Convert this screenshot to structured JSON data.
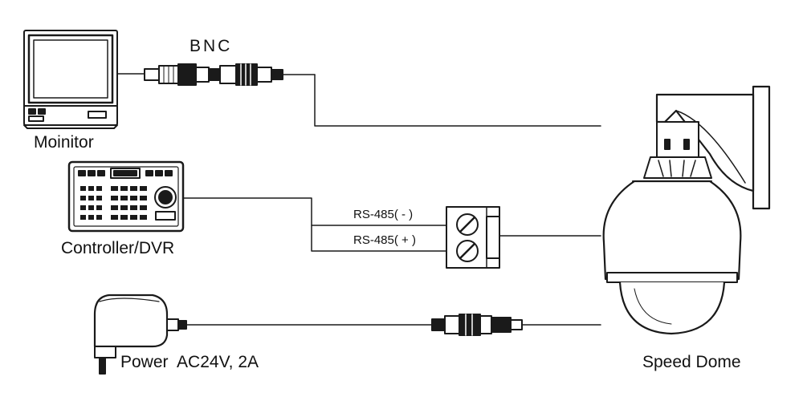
{
  "labels": {
    "bnc": "BNC",
    "monitor": "Moinitor",
    "controller": "Controller/DVR",
    "rs485_minus": "RS-485( - )",
    "rs485_plus": "RS-485( + )",
    "power": "Power  AC24V, 2A",
    "speed_dome": "Speed Dome"
  }
}
